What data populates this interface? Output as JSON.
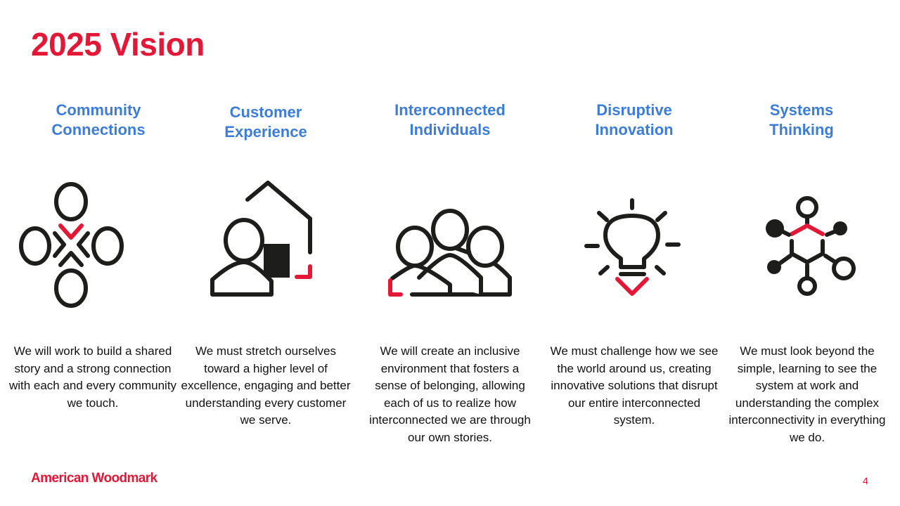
{
  "title": "2025 Vision",
  "pillars": [
    {
      "heading": "Community Connections",
      "icon": "community-connections-icon",
      "text": "We will work to build a shared story and a strong connection with each and every community we touch."
    },
    {
      "heading": "Customer Experience",
      "icon": "customer-home-icon",
      "text": "We must stretch ourselves toward a higher level of excellence, engaging and better understanding every customer we serve."
    },
    {
      "heading": "Interconnected Individuals",
      "icon": "group-people-icon",
      "text": "We will create an inclusive environment that fosters a sense of belonging, allowing each of us to realize how interconnected we are through our own stories."
    },
    {
      "heading": "Disruptive Innovation",
      "icon": "lightbulb-icon",
      "text": "We must challenge how we see the world around us, creating innovative solutions that disrupt our entire interconnected system."
    },
    {
      "heading": "Systems Thinking",
      "icon": "network-molecule-icon",
      "text": "We must look beyond the simple, learning to see the system at work and understanding the complex interconnectivity in everything we do."
    }
  ],
  "footer": {
    "logo": "American Woodmark",
    "page_number": "4"
  },
  "colors": {
    "title": "#E31837",
    "heading": "#3C7DDB",
    "accent": "#E31837",
    "icon": "#1d1d1b"
  }
}
